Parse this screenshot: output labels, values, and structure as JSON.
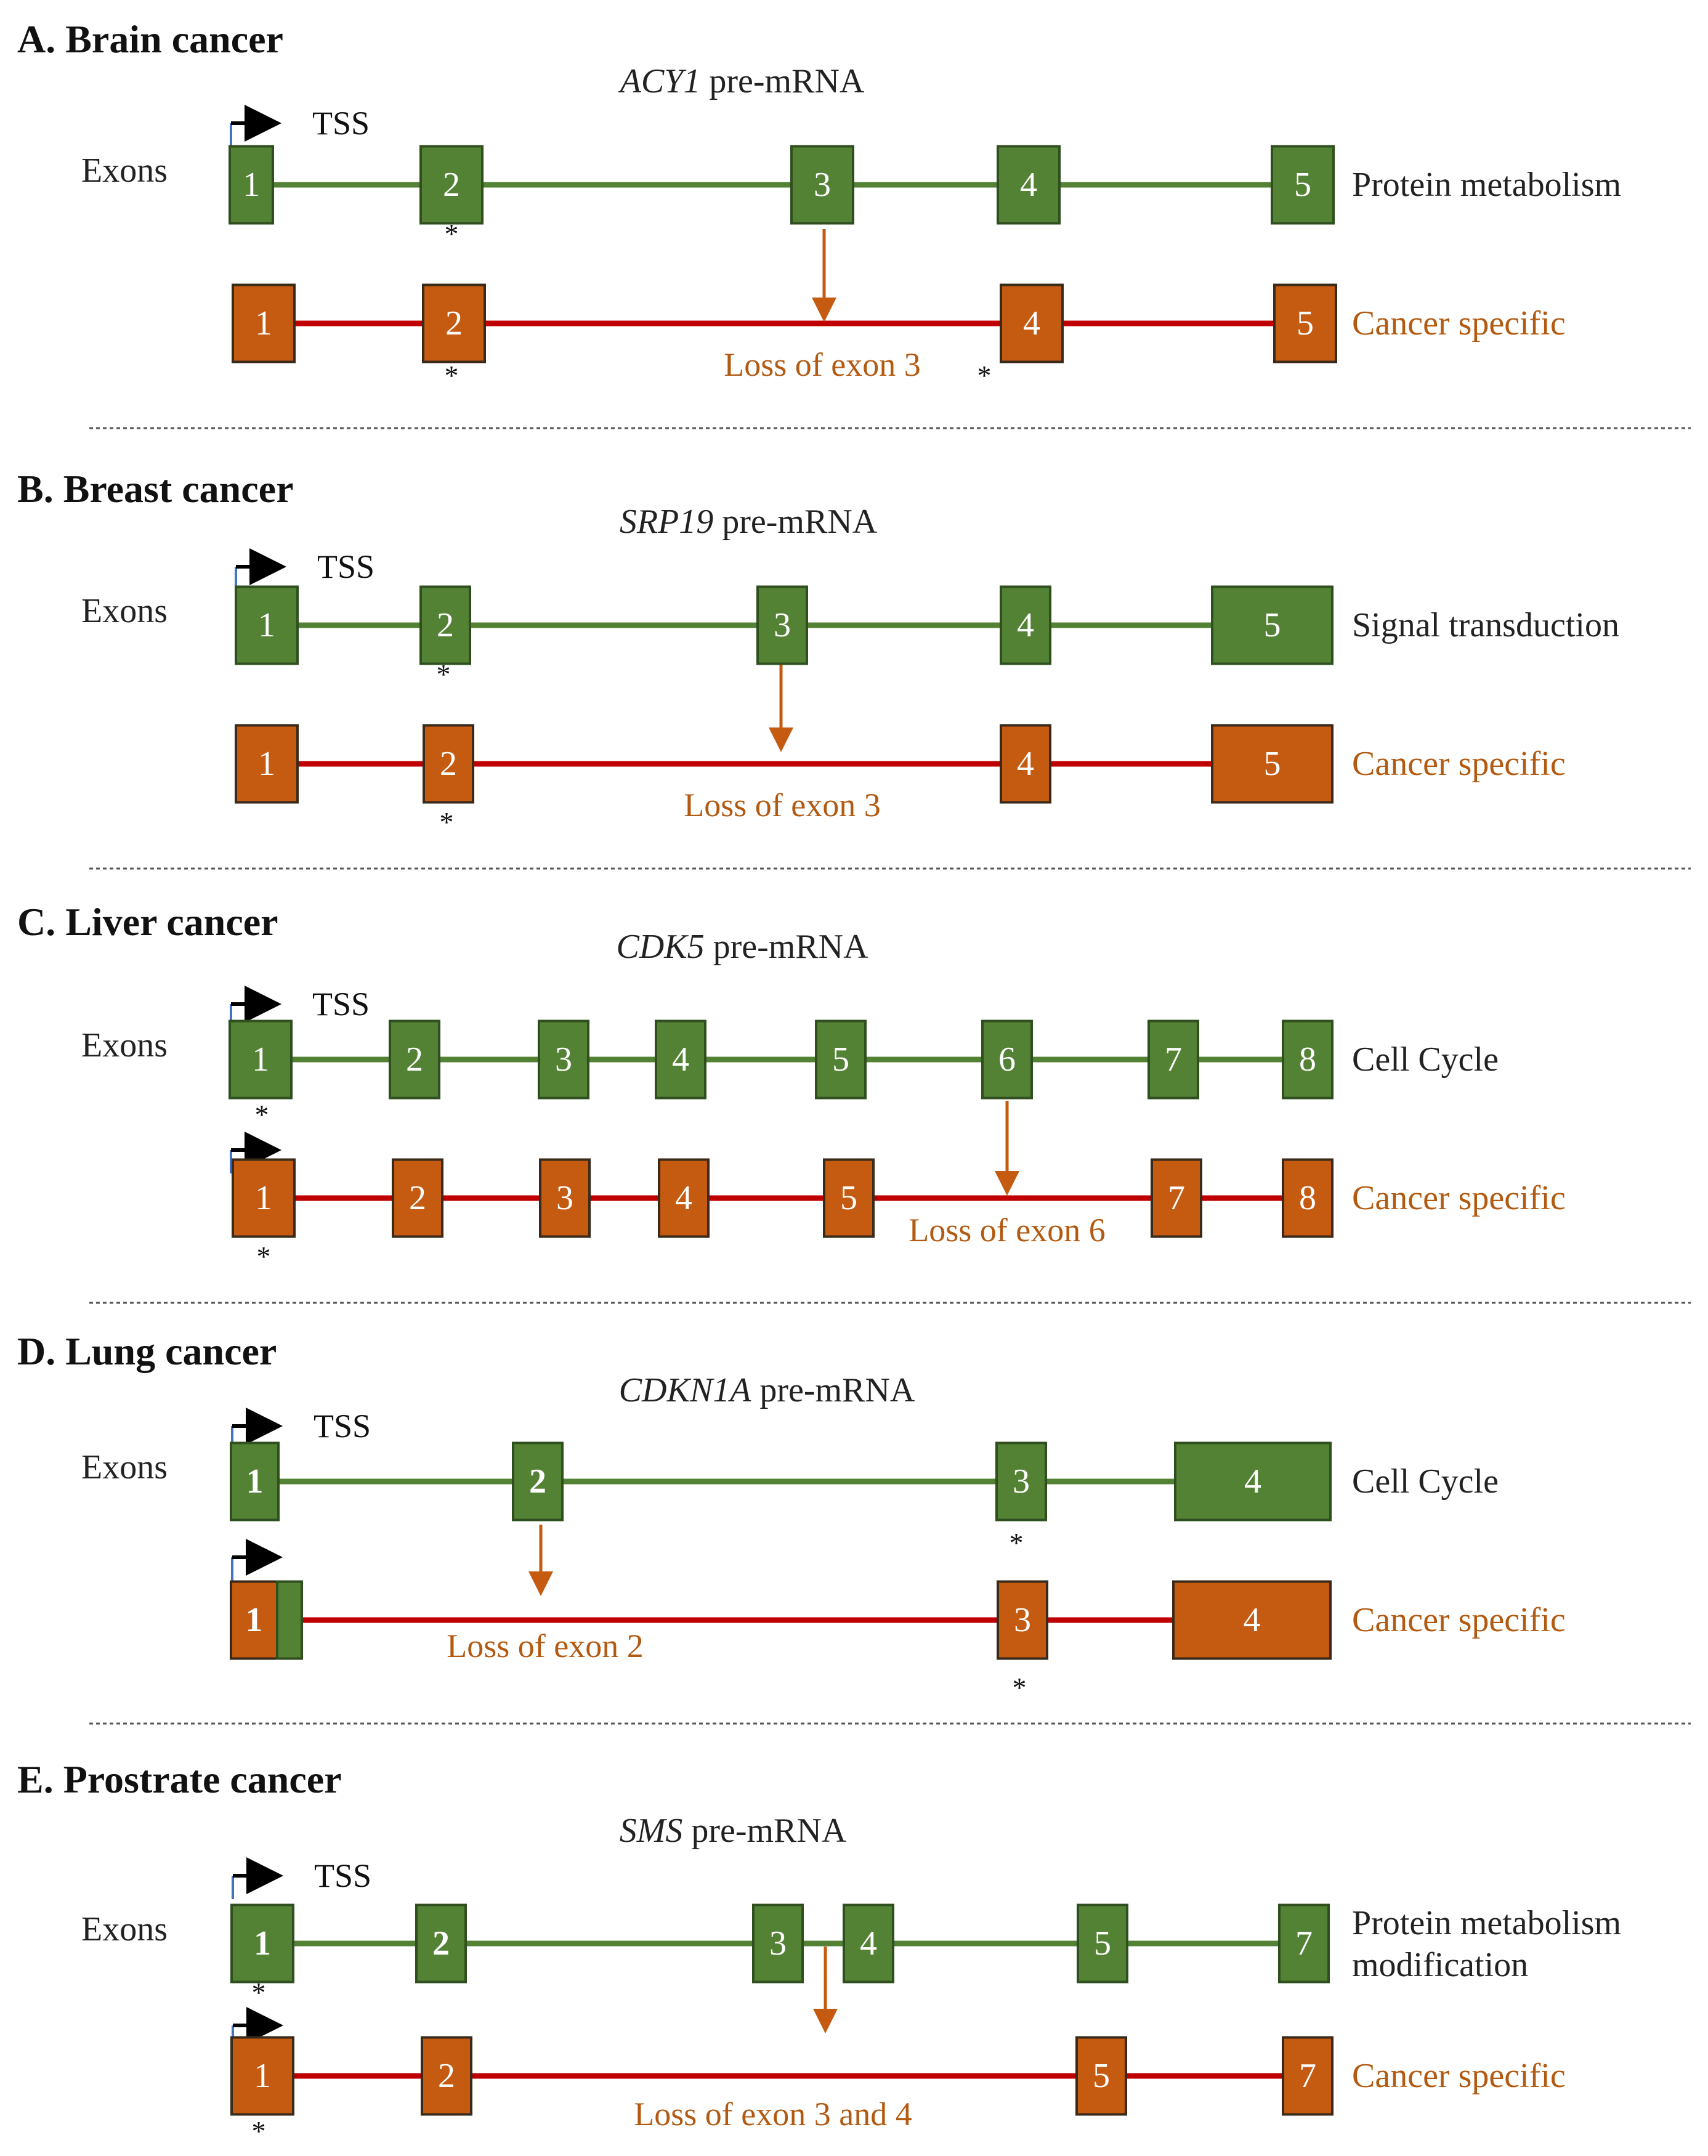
{
  "colors": {
    "normal_exon": "#548235",
    "normal_exon_border": "#2f4f1e",
    "cancer_exon": "#c55a11",
    "cancer_exon_border": "#3a2a1a",
    "normal_intron": "#548235",
    "cancer_intron": "#c00000",
    "loss_arrow": "#c55a11",
    "loss_text": "#b35a12",
    "tss_arrow": "#000000",
    "tss_stem": "#4472c4",
    "divider": "#555555"
  },
  "common": {
    "exons_label": "Exons",
    "tss_label": "TSS",
    "cancer_specific_label": "Cancer specific",
    "pre_mrna_suffix": " pre-mRNA",
    "asterisk": "*"
  },
  "panels": [
    {
      "id": "A",
      "title": "A. Brain cancer",
      "gene": "ACY1",
      "function_lines": [
        "Protein metabolism"
      ],
      "loss_label": "Loss of exon 3",
      "normal_exons": [
        "1",
        "2",
        "3",
        "4",
        "5"
      ],
      "cancer_exons": [
        "1",
        "2",
        "4",
        "5"
      ]
    },
    {
      "id": "B",
      "title": "B. Breast cancer",
      "gene": "SRP19",
      "function_lines": [
        "Signal transduction"
      ],
      "loss_label": "Loss of exon 3",
      "normal_exons": [
        "1",
        "2",
        "3",
        "4",
        "5"
      ],
      "cancer_exons": [
        "1",
        "2",
        "4",
        "5"
      ]
    },
    {
      "id": "C",
      "title": "C. Liver cancer",
      "gene": "CDK5",
      "function_lines": [
        "Cell Cycle"
      ],
      "loss_label": "Loss of exon 6",
      "normal_exons": [
        "1",
        "2",
        "3",
        "4",
        "5",
        "6",
        "7",
        "8"
      ],
      "cancer_exons": [
        "1",
        "2",
        "3",
        "4",
        "5",
        "7",
        "8"
      ]
    },
    {
      "id": "D",
      "title": "D. Lung cancer",
      "gene": "CDKN1A",
      "function_lines": [
        "Cell Cycle"
      ],
      "loss_label": "Loss of exon 2",
      "normal_exons": [
        "1",
        "2",
        "3",
        "4"
      ],
      "cancer_exons": [
        "1",
        "3",
        "4"
      ]
    },
    {
      "id": "E",
      "title": "E. Prostrate cancer",
      "gene": "SMS",
      "function_lines": [
        "Protein metabolism",
        "modification"
      ],
      "loss_label": "Loss of exon 3 and 4",
      "normal_exons": [
        "1",
        "2",
        "3",
        "4",
        "5",
        "7"
      ],
      "cancer_exons": [
        "1",
        "2",
        "5",
        "7"
      ]
    }
  ]
}
